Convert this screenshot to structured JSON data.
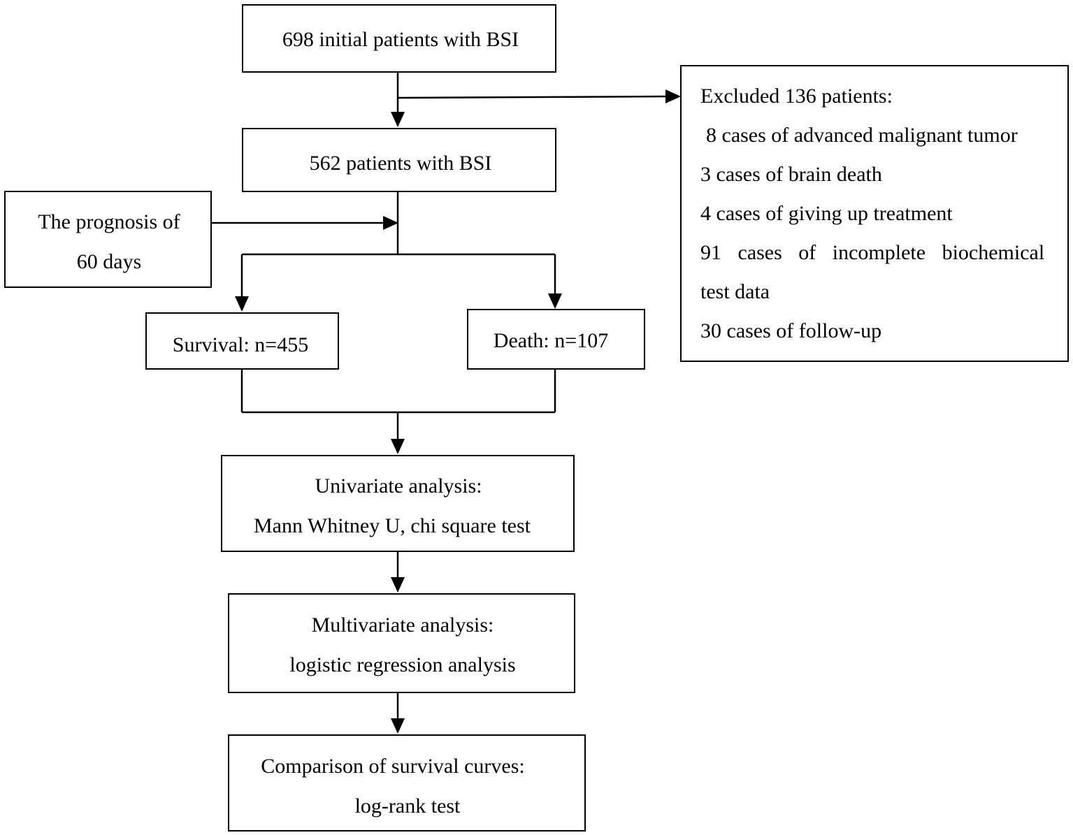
{
  "colors": {
    "stroke": "#000000",
    "background": "#ffffff",
    "text": "#000000"
  },
  "nodes": {
    "initial": {
      "text": "698 initial patients with BSI"
    },
    "included": {
      "text": "562 patients with BSI"
    },
    "excluded": {
      "title": "Excluded 136 patients:",
      "items": [
        "8 cases of advanced malignant tumor",
        "3 cases of brain death",
        "4 cases of giving up treatment",
        "91 cases of incomplete biochemical",
        "test data",
        "30 cases of follow-up"
      ]
    },
    "prognosis": {
      "line1": "The prognosis of",
      "line2": "60 days"
    },
    "survival": {
      "text": "Survival: n=455"
    },
    "death": {
      "text": "Death: n=107"
    },
    "univariate": {
      "line1": "Univariate analysis:",
      "line2": "Mann Whitney U, chi square test"
    },
    "multivariate": {
      "line1": "Multivariate analysis:",
      "line2": "logistic regression analysis"
    },
    "survival_curves": {
      "line1": "Comparison of survival curves:",
      "line2": "log-rank test"
    }
  }
}
